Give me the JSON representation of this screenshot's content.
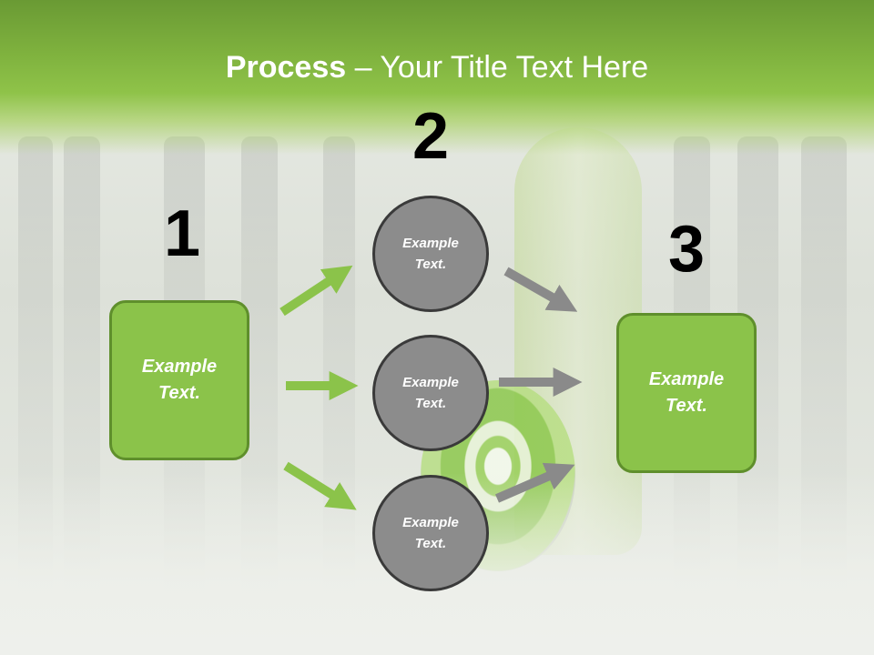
{
  "title": {
    "bold": "Process",
    "rest": " – Your Title Text Here"
  },
  "steps": [
    {
      "number": "1"
    },
    {
      "number": "2"
    },
    {
      "number": "3"
    }
  ],
  "left_box": {
    "text": "Example Text."
  },
  "right_box": {
    "text": "Example Text."
  },
  "circles": [
    {
      "text": "Example Text."
    },
    {
      "text": "Example Text."
    },
    {
      "text": "Example Text."
    }
  ],
  "colors": {
    "green_fill": "#8bc34a",
    "green_border": "#5f8f2c",
    "circle_fill": "#8c8c8c",
    "circle_border": "#3a3a3a",
    "arrow_green": "#8bc34a",
    "arrow_gray": "#8a8a8a"
  }
}
